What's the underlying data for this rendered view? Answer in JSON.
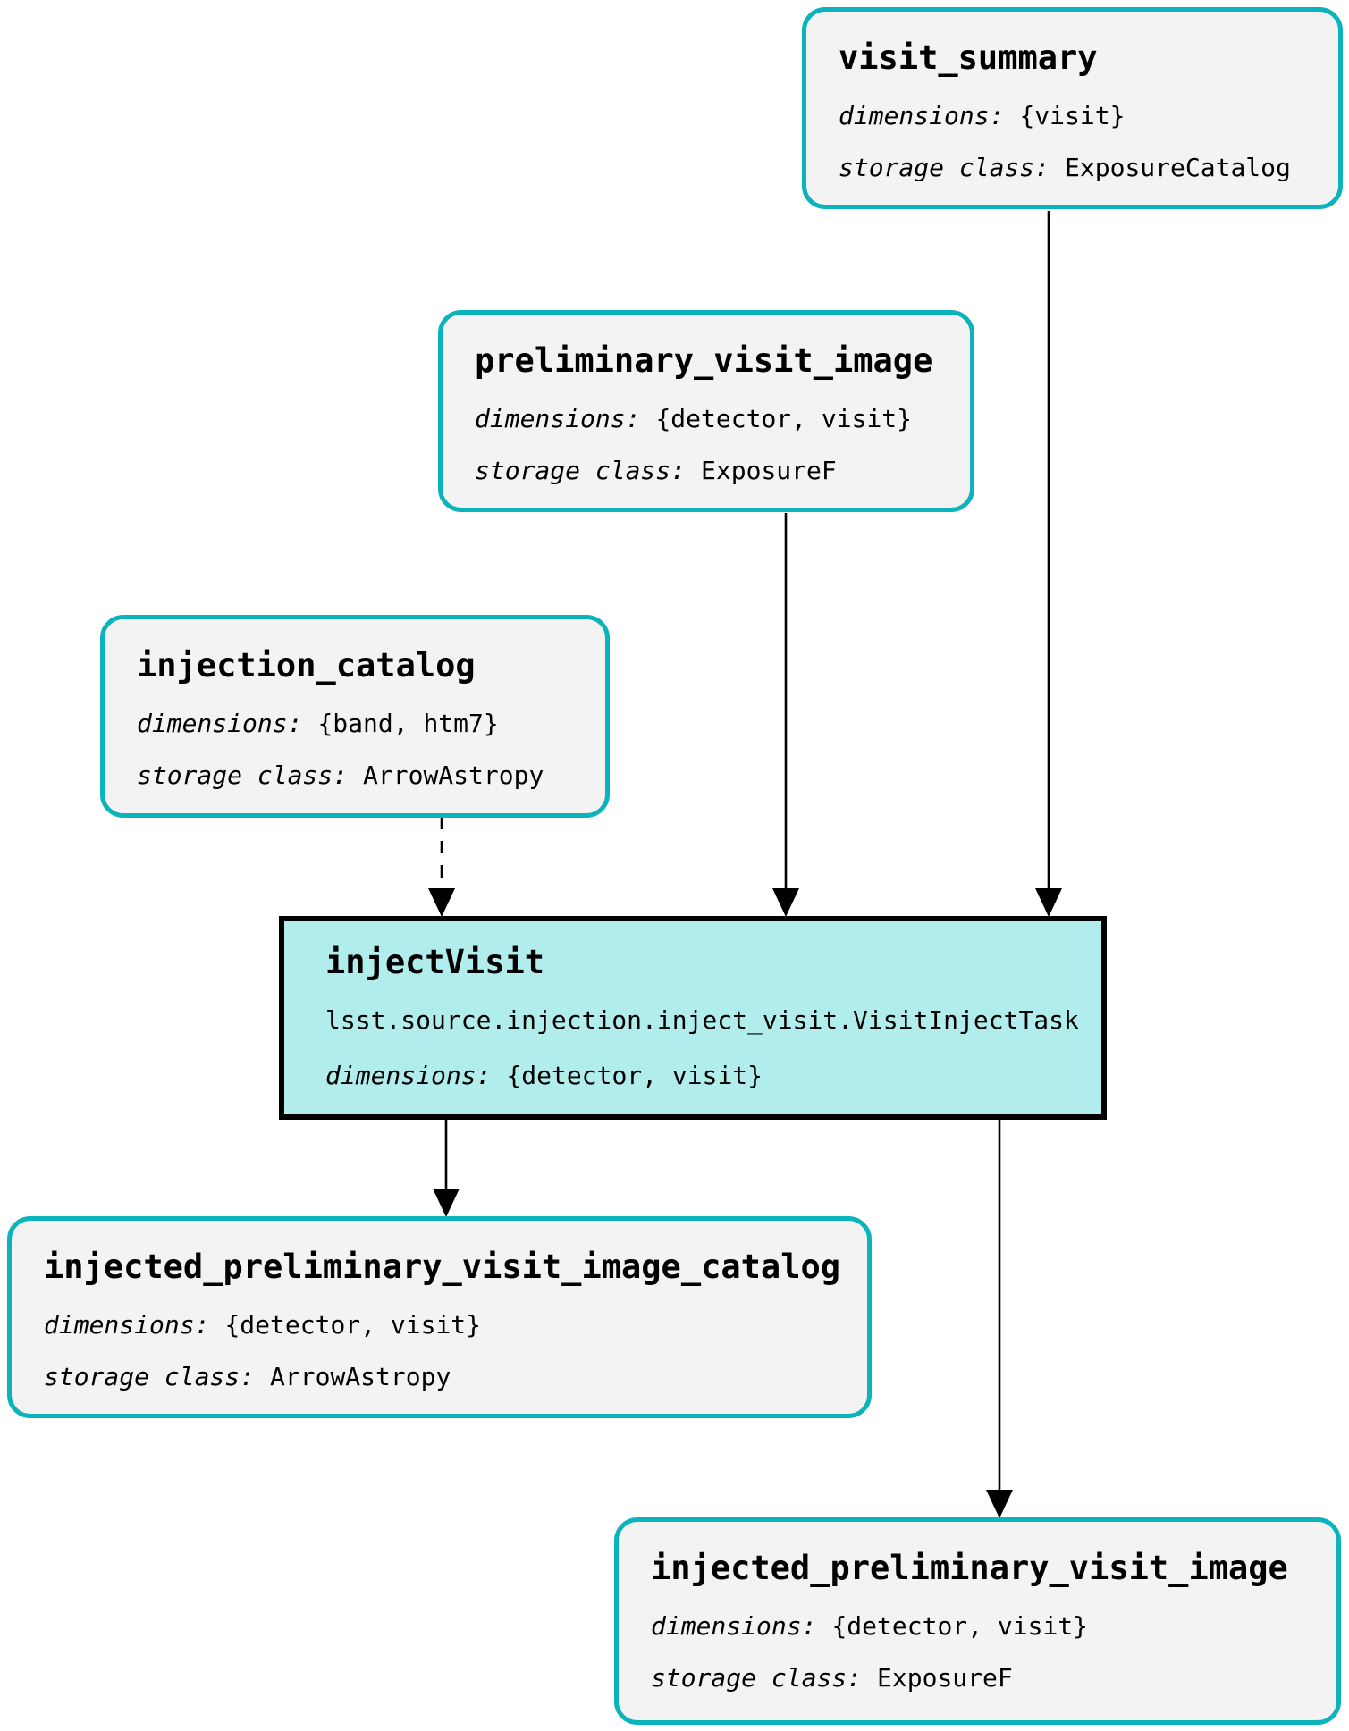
{
  "diagram": {
    "nodes": [
      {
        "id": "visit_summary",
        "kind": "dataset",
        "title": "visit_summary",
        "fields": [
          {
            "label": "dimensions:",
            "value": "{visit}"
          },
          {
            "label": "storage class:",
            "value": "ExposureCatalog"
          }
        ]
      },
      {
        "id": "preliminary_visit_image",
        "kind": "dataset",
        "title": "preliminary_visit_image",
        "fields": [
          {
            "label": "dimensions:",
            "value": "{detector, visit}"
          },
          {
            "label": "storage class:",
            "value": "ExposureF"
          }
        ]
      },
      {
        "id": "injection_catalog",
        "kind": "dataset",
        "title": "injection_catalog",
        "fields": [
          {
            "label": "dimensions:",
            "value": "{band, htm7}"
          },
          {
            "label": "storage class:",
            "value": "ArrowAstropy"
          }
        ]
      },
      {
        "id": "injectVisit",
        "kind": "task",
        "title": "injectVisit",
        "task_class": "lsst.source.injection.inject_visit.VisitInjectTask",
        "fields": [
          {
            "label": "dimensions:",
            "value": "{detector, visit}"
          }
        ]
      },
      {
        "id": "injected_preliminary_visit_image_catalog",
        "kind": "dataset",
        "title": "injected_preliminary_visit_image_catalog",
        "fields": [
          {
            "label": "dimensions:",
            "value": "{detector, visit}"
          },
          {
            "label": "storage class:",
            "value": "ArrowAstropy"
          }
        ]
      },
      {
        "id": "injected_preliminary_visit_image",
        "kind": "dataset",
        "title": "injected_preliminary_visit_image",
        "fields": [
          {
            "label": "dimensions:",
            "value": "{detector, visit}"
          },
          {
            "label": "storage class:",
            "value": "ExposureF"
          }
        ]
      }
    ],
    "edges": [
      {
        "from": "visit_summary",
        "to": "injectVisit",
        "style": "solid"
      },
      {
        "from": "preliminary_visit_image",
        "to": "injectVisit",
        "style": "solid"
      },
      {
        "from": "injection_catalog",
        "to": "injectVisit",
        "style": "dashed"
      },
      {
        "from": "injectVisit",
        "to": "injected_preliminary_visit_image_catalog",
        "style": "solid"
      },
      {
        "from": "injectVisit",
        "to": "injected_preliminary_visit_image",
        "style": "solid"
      }
    ],
    "colors": {
      "dataset_border": "#0bb3bc",
      "dataset_fill": "#f3f3f3",
      "task_fill": "#b1eded",
      "task_border": "#000000",
      "edge": "#000000",
      "background": "#ffffff",
      "text": "#000000"
    }
  }
}
